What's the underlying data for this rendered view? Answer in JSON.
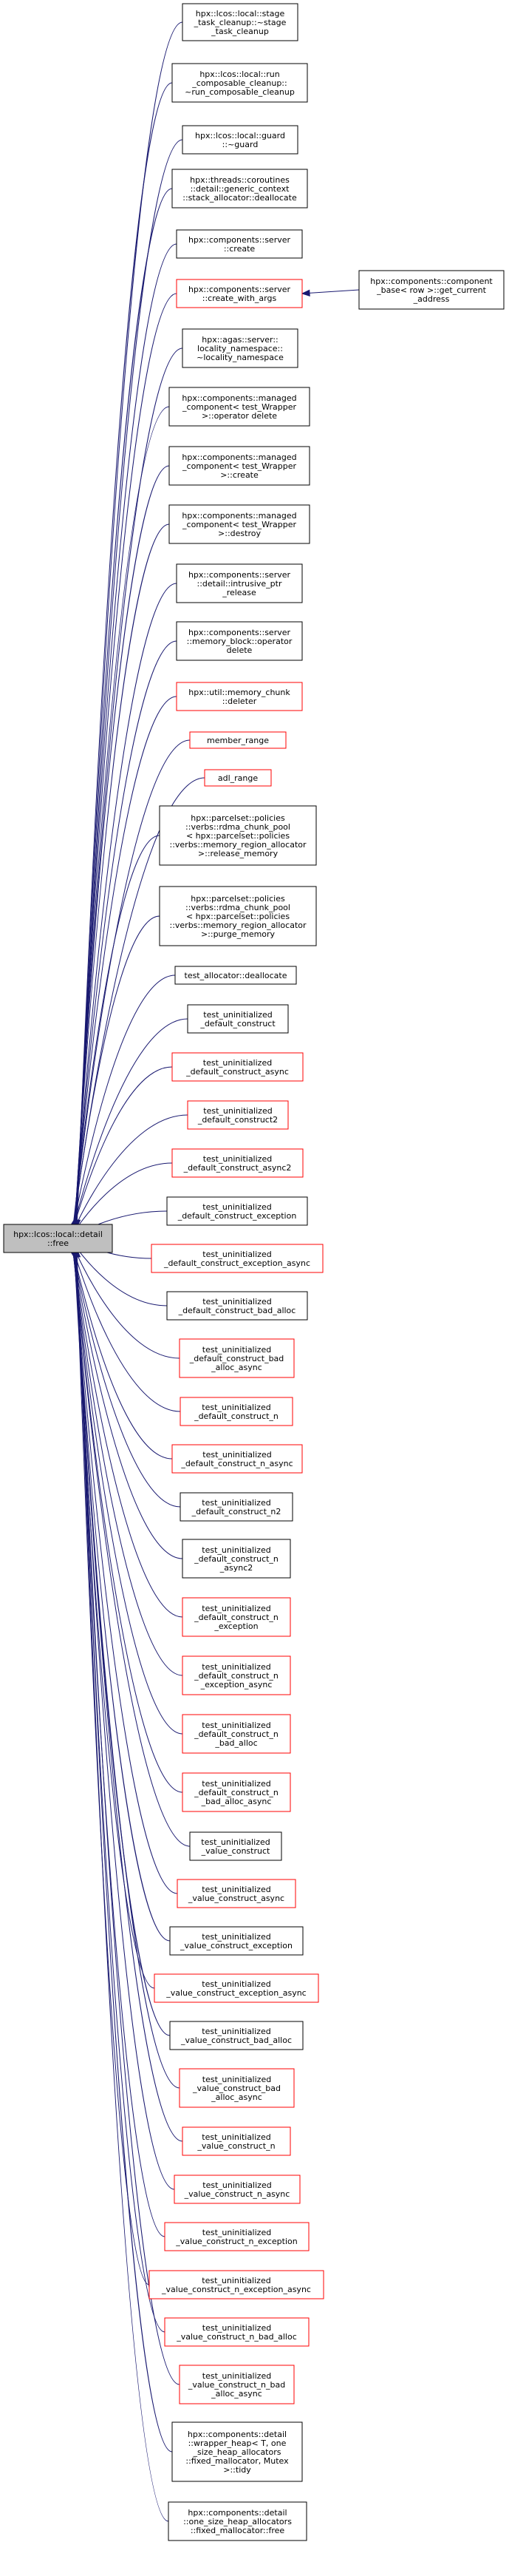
{
  "graph": {
    "root": {
      "lines": [
        "hpx::lcos::local::detail",
        "::free"
      ]
    },
    "callers": [
      {
        "lines": [
          "hpx::lcos::local::stage",
          "_task_cleanup::~stage",
          "_task_cleanup"
        ],
        "red": false
      },
      {
        "lines": [
          "hpx::lcos::local::run",
          "_composable_cleanup::",
          "~run_composable_cleanup"
        ],
        "red": false
      },
      {
        "lines": [
          "hpx::lcos::local::guard",
          "::~guard"
        ],
        "red": false
      },
      {
        "lines": [
          "hpx::threads::coroutines",
          "::detail::generic_context",
          "::stack_allocator::deallocate"
        ],
        "red": false
      },
      {
        "lines": [
          "hpx::components::server",
          "::create"
        ],
        "red": false
      },
      {
        "lines": [
          "hpx::components::server",
          "::create_with_args"
        ],
        "red": true
      },
      {
        "lines": [
          "hpx::agas::server::",
          "locality_namespace::",
          "~locality_namespace"
        ],
        "red": false
      },
      {
        "lines": [
          "hpx::components::managed",
          "_component< test_Wrapper",
          ">::operator delete"
        ],
        "red": false
      },
      {
        "lines": [
          "hpx::components::managed",
          "_component< test_Wrapper",
          ">::create"
        ],
        "red": false
      },
      {
        "lines": [
          "hpx::components::managed",
          "_component< test_Wrapper",
          ">::destroy"
        ],
        "red": false
      },
      {
        "lines": [
          "hpx::components::server",
          "::detail::intrusive_ptr",
          "_release"
        ],
        "red": false
      },
      {
        "lines": [
          "hpx::components::server",
          "::memory_block::operator",
          "delete"
        ],
        "red": false
      },
      {
        "lines": [
          "hpx::util::memory_chunk",
          "::deleter"
        ],
        "red": true
      },
      {
        "lines": [
          "member_range"
        ],
        "red": true
      },
      {
        "lines": [
          "adl_range"
        ],
        "red": true
      },
      {
        "lines": [
          "hpx::parcelset::policies",
          "::verbs::rdma_chunk_pool",
          "< hpx::parcelset::policies",
          "::verbs::memory_region_allocator",
          ">::release_memory"
        ],
        "red": false
      },
      {
        "lines": [
          "hpx::parcelset::policies",
          "::verbs::rdma_chunk_pool",
          "< hpx::parcelset::policies",
          "::verbs::memory_region_allocator",
          ">::purge_memory"
        ],
        "red": false
      },
      {
        "lines": [
          "test_allocator::deallocate"
        ],
        "red": false
      },
      {
        "lines": [
          "test_uninitialized",
          "_default_construct"
        ],
        "red": false
      },
      {
        "lines": [
          "test_uninitialized",
          "_default_construct_async"
        ],
        "red": true
      },
      {
        "lines": [
          "test_uninitialized",
          "_default_construct2"
        ],
        "red": true
      },
      {
        "lines": [
          "test_uninitialized",
          "_default_construct_async2"
        ],
        "red": true
      },
      {
        "lines": [
          "test_uninitialized",
          "_default_construct_exception"
        ],
        "red": false
      },
      {
        "lines": [
          "test_uninitialized",
          "_default_construct_exception_async"
        ],
        "red": true
      },
      {
        "lines": [
          "test_uninitialized",
          "_default_construct_bad_alloc"
        ],
        "red": false
      },
      {
        "lines": [
          "test_uninitialized",
          "_default_construct_bad",
          "_alloc_async"
        ],
        "red": true
      },
      {
        "lines": [
          "test_uninitialized",
          "_default_construct_n"
        ],
        "red": true
      },
      {
        "lines": [
          "test_uninitialized",
          "_default_construct_n_async"
        ],
        "red": true
      },
      {
        "lines": [
          "test_uninitialized",
          "_default_construct_n2"
        ],
        "red": false
      },
      {
        "lines": [
          "test_uninitialized",
          "_default_construct_n",
          "_async2"
        ],
        "red": false
      },
      {
        "lines": [
          "test_uninitialized",
          "_default_construct_n",
          "_exception"
        ],
        "red": true
      },
      {
        "lines": [
          "test_uninitialized",
          "_default_construct_n",
          "_exception_async"
        ],
        "red": true
      },
      {
        "lines": [
          "test_uninitialized",
          "_default_construct_n",
          "_bad_alloc"
        ],
        "red": true
      },
      {
        "lines": [
          "test_uninitialized",
          "_default_construct_n",
          "_bad_alloc_async"
        ],
        "red": true
      },
      {
        "lines": [
          "test_uninitialized",
          "_value_construct"
        ],
        "red": false
      },
      {
        "lines": [
          "test_uninitialized",
          "_value_construct_async"
        ],
        "red": true
      },
      {
        "lines": [
          "test_uninitialized",
          "_value_construct_exception"
        ],
        "red": false
      },
      {
        "lines": [
          "test_uninitialized",
          "_value_construct_exception_async"
        ],
        "red": true
      },
      {
        "lines": [
          "test_uninitialized",
          "_value_construct_bad_alloc"
        ],
        "red": false
      },
      {
        "lines": [
          "test_uninitialized",
          "_value_construct_bad",
          "_alloc_async"
        ],
        "red": true
      },
      {
        "lines": [
          "test_uninitialized",
          "_value_construct_n"
        ],
        "red": true
      },
      {
        "lines": [
          "test_uninitialized",
          "_value_construct_n_async"
        ],
        "red": true
      },
      {
        "lines": [
          "test_uninitialized",
          "_value_construct_n_exception"
        ],
        "red": true
      },
      {
        "lines": [
          "test_uninitialized",
          "_value_construct_n_exception_async"
        ],
        "red": true
      },
      {
        "lines": [
          "test_uninitialized",
          "_value_construct_n_bad_alloc"
        ],
        "red": true
      },
      {
        "lines": [
          "test_uninitialized",
          "_value_construct_n_bad",
          "_alloc_async"
        ],
        "red": true
      },
      {
        "lines": [
          "hpx::components::detail",
          "::wrapper_heap< T, one",
          "_size_heap_allocators",
          "::fixed_mallocator, Mutex",
          ">::tidy"
        ],
        "red": false
      },
      {
        "lines": [
          "hpx::components::detail",
          "::one_size_heap_allocators",
          "::fixed_mallocator::free"
        ],
        "red": false
      }
    ],
    "extra": {
      "lines": [
        "hpx::components::component",
        "_base< row >::get_current",
        "_address"
      ],
      "red": false
    }
  }
}
